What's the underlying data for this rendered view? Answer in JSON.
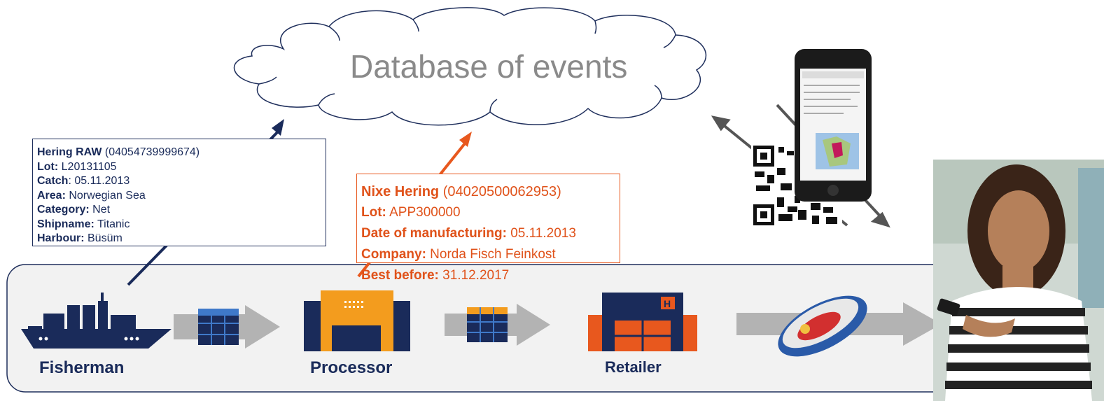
{
  "cloud": {
    "title": "Database of events"
  },
  "raw_box": {
    "product_label": "Hering RAW",
    "gtin": " (04054739999674)",
    "lot_label": "Lot:",
    "lot_value": " L20131105",
    "catch_label": "Catch",
    "catch_value": ": 05.11.2013",
    "area_label": "Area:",
    "area_value": " Norwegian Sea",
    "category_label": "Category:",
    "category_value": " Net",
    "shipname_label": "Shipname:",
    "shipname_value": " Titanic",
    "harbour_label": "Harbour:",
    "harbour_value": " Büsüm"
  },
  "processor_box": {
    "product_label": "Nixe Hering",
    "gtin": " (04020500062953)",
    "lot_label": "Lot:",
    "lot_value": " APP300000",
    "date_label": "Date of manufacturing:",
    "date_value": " 05.11.2013",
    "company_label": "Company:",
    "company_value": " Norda Fisch Feinkost",
    "best_before_label": "Best before:",
    "best_before_value": " 31.12.2017"
  },
  "stages": {
    "fisherman": "Fisherman",
    "processor": "Processor",
    "retailer": "Retailer"
  },
  "colors": {
    "navy": "#1a2b5a",
    "orange": "#f39c1e",
    "red_orange": "#e8581e",
    "cloud_text": "#8a8a8a",
    "arrow_gray": "#b3b3b3",
    "panel": "#f2f2f2"
  },
  "icons": [
    "ship-icon",
    "pallet-icon",
    "factory-icon",
    "store-icon",
    "fish-can-icon",
    "qr-code-icon",
    "smartphone-icon",
    "consumer-photo"
  ]
}
